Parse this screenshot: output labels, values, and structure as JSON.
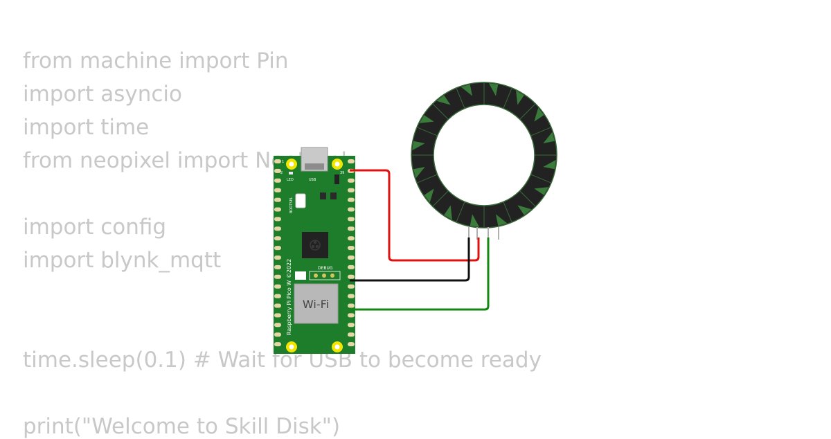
{
  "code_lines": [
    "from machine import Pin",
    "import asyncio",
    "import time",
    "from neopixel import NeoPixel",
    "",
    "import config",
    "import blynk_mqtt",
    "",
    "",
    "time.sleep(0.1) # Wait for USB to become ready",
    "",
    "print(\"Welcome to Skill Disk\")"
  ],
  "board": {
    "name": "Raspberry Pi Pico W ©2022",
    "led_label": "LED",
    "usb_label": "USB",
    "bootsel_label": "BOOTSEL",
    "debug_label": "DEBUG",
    "wifi_label": "Wi-Fi",
    "pin_label_left": "2",
    "pin_label_right": "39",
    "pin_label_top": "1"
  },
  "ring": {
    "pixel_count": 16,
    "pixel_color": "#3a7a3a",
    "body_color": "#222222"
  },
  "wires": [
    {
      "name": "power",
      "color": "#e01010"
    },
    {
      "name": "ground",
      "color": "#111111"
    },
    {
      "name": "data",
      "color": "#118811"
    }
  ],
  "colors": {
    "code_text": "#c8c8c8",
    "pcb_green": "#1e7d2a",
    "pad_yellow": "#f2e600"
  }
}
